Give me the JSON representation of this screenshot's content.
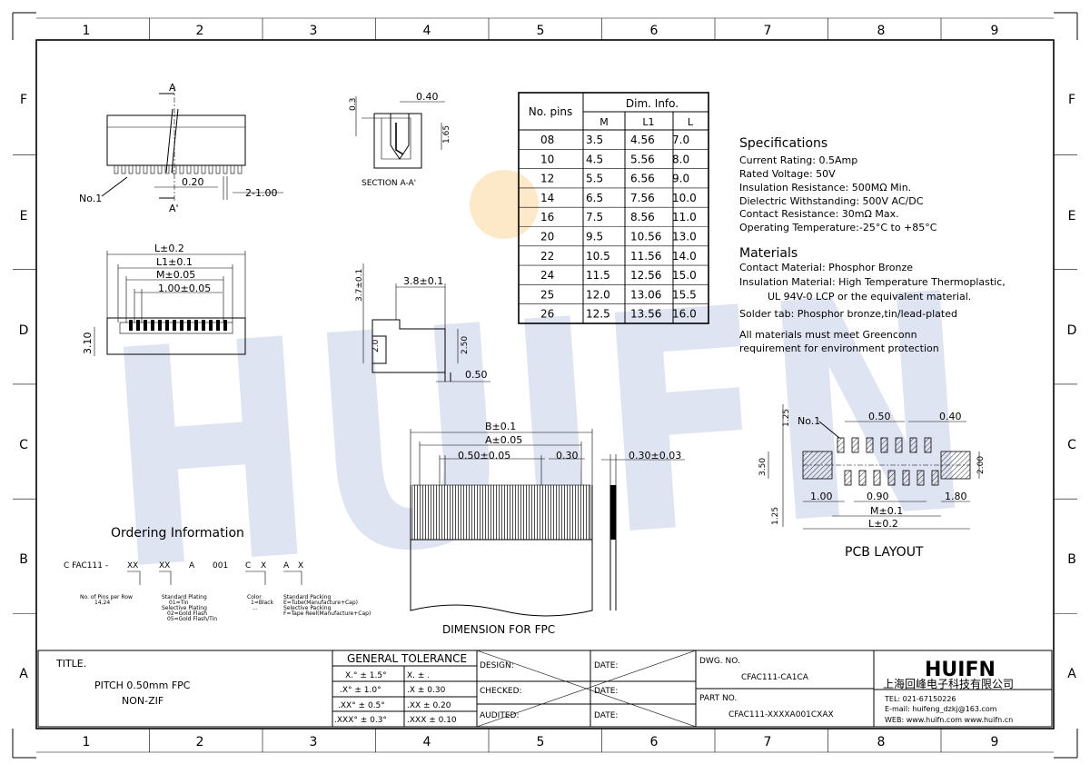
{
  "border": {
    "columns": [
      "1",
      "2",
      "3",
      "4",
      "5",
      "6",
      "7",
      "8",
      "9"
    ],
    "rows": [
      "F",
      "E",
      "D",
      "C",
      "B",
      "A"
    ]
  },
  "views": {
    "top": {
      "label_a": "A",
      "label_a2": "A'",
      "no1": "No.1",
      "dim_pitch": "0.20",
      "dim_tail": "2-1.00"
    },
    "section": {
      "title": "SECTION A-A'",
      "dim_03": "0.3",
      "dim_040": "0.40",
      "dim_165": "1.65"
    },
    "front": {
      "dim_L": "L±0.2",
      "dim_L1": "L1±0.1",
      "dim_M": "M±0.05",
      "dim_pitch": "1.00±0.05",
      "dim_h": "3.10"
    },
    "side": {
      "dim_37": "3.7±0.1",
      "dim_38": "3.8±0.1",
      "dim_20": "2.0",
      "dim_250": "2.50",
      "dim_050": "0.50"
    }
  },
  "dim_table": {
    "header_pins": "No. pins",
    "header_group": "Dim. Info.",
    "columns": [
      "M",
      "L1",
      "L"
    ],
    "rows": [
      [
        "08",
        "3.5",
        "4.56",
        "7.0"
      ],
      [
        "10",
        "4.5",
        "5.56",
        "8.0"
      ],
      [
        "12",
        "5.5",
        "6.56",
        "9.0"
      ],
      [
        "14",
        "6.5",
        "7.56",
        "10.0"
      ],
      [
        "16",
        "7.5",
        "8.56",
        "11.0"
      ],
      [
        "20",
        "9.5",
        "10.56",
        "13.0"
      ],
      [
        "22",
        "10.5",
        "11.56",
        "14.0"
      ],
      [
        "24",
        "11.5",
        "12.56",
        "15.0"
      ],
      [
        "25",
        "12.0",
        "13.06",
        "15.5"
      ],
      [
        "26",
        "12.5",
        "13.56",
        "16.0"
      ]
    ]
  },
  "specs": {
    "title": "Specifications",
    "lines": [
      "Current Rating:  0.5Amp",
      "Rated Voltage:  50V",
      "Insulation Resistance: 500MΩ Min.",
      "Dielectric Withstanding:   500V AC/DC",
      "Contact Resistance:    30mΩ Max.",
      "Operating Temperature:-25°C  to  +85°C"
    ]
  },
  "materials": {
    "title": "Materials",
    "lines": [
      "Contact Material: Phosphor Bronze",
      "Insulation Material: High Temperature Thermoplastic,",
      "UL 94V-0 LCP or the equivalent material.",
      "Solder tab: Phosphor bronze,tin/lead-plated"
    ],
    "note": [
      "All materials must meet Greenconn",
      "requirement for environment protection"
    ]
  },
  "pcb": {
    "title": "PCB LAYOUT",
    "no1": "No.1",
    "d125a": "1.25",
    "d050": "0.50",
    "d040": "0.40",
    "d350": "3.50",
    "d200": "2.00",
    "d100": "1.00",
    "d090": "0.90",
    "d180": "1.80",
    "dM": "M±0.1",
    "dL": "L±0.2",
    "d125b": "1.25"
  },
  "fpc": {
    "title": "DIMENSION FOR FPC",
    "dB": "B±0.1",
    "dA": "A±0.05",
    "dpitch": "0.50±0.05",
    "d030": "0.30",
    "dthk": "0.30±0.03"
  },
  "ordering": {
    "title": "Ordering Information",
    "code": [
      "C FAC111 -",
      "XX",
      "XX",
      "A",
      "001",
      "C",
      "X",
      "A",
      "X"
    ],
    "pins_note": [
      "No. of Pins per Row",
      "14,24"
    ],
    "plating_note": [
      "Standard Plating",
      "01=Tin",
      "Selective Plating",
      "02=Gold Flash",
      "05=Gold Flash/Tin"
    ],
    "color_note": [
      "Color",
      "1=Black",
      "..."
    ],
    "packing_note": [
      "Standard Packing",
      "E=Tube(Manufacture+Cap)",
      "Selective Packing",
      "F=Tape Reel(Manufacture+Cap)"
    ]
  },
  "title_block": {
    "title_label": "TITLE.",
    "title_line1": "PITCH 0.50mm FPC",
    "title_line2": "NON-ZIF",
    "tol_header": "GENERAL  TOLERANCE",
    "tol_rows": [
      [
        "X.° ± 1.5°",
        "X.   ±  ."
      ],
      [
        ".X° ± 1.0°",
        ".X    ± 0.30"
      ],
      [
        ".XX° ± 0.5°",
        ".XX   ± 0.20"
      ],
      [
        ".XXX° ± 0.3°",
        ".XXX  ± 0.10"
      ]
    ],
    "design": "DESIGN:",
    "checked": "CHECKED:",
    "audited": "AUDITED:",
    "date": "DATE:",
    "dwg_label": "DWG. NO.",
    "dwg_no": "CFAC111-CA1CA",
    "part_label": "PART NO.",
    "part_no": "CFAC111-XXXXA001CXAX",
    "logo": "HUIFN",
    "company": "上海回峰电子科技有限公司",
    "tel": "TEL: 021-67150226",
    "email": "E-mail: huifeng_dzkj@163.com",
    "web": "WEB: www.huifn.com  www.huifn.cn"
  },
  "watermark": "HUIFN",
  "colors": {
    "watermark": "#dfe4f2",
    "watermark_dot": "#fde9c8",
    "line": "#000000"
  }
}
